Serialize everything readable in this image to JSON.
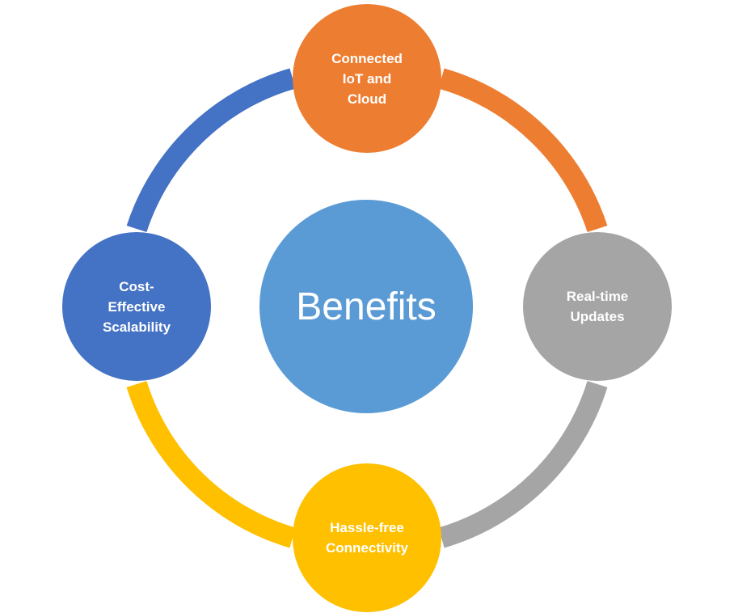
{
  "diagram": {
    "center": {
      "label": "Benefits",
      "color": "#5b9bd5"
    },
    "nodes": [
      {
        "id": "top",
        "label": "Connected\nIoT and\nCloud",
        "color": "#ed7d31"
      },
      {
        "id": "right",
        "label": "Real-time\nUpdates",
        "color": "#a5a5a5"
      },
      {
        "id": "bottom",
        "label": "Hassle-free\nConnectivity",
        "color": "#ffc000"
      },
      {
        "id": "left",
        "label": "Cost-\nEffective\nScalability",
        "color": "#4472c4"
      }
    ],
    "arcs": [
      {
        "from": "top",
        "to": "right",
        "color": "#ed7d31"
      },
      {
        "from": "right",
        "to": "bottom",
        "color": "#a5a5a5"
      },
      {
        "from": "bottom",
        "to": "left",
        "color": "#ffc000"
      },
      {
        "from": "left",
        "to": "top",
        "color": "#4472c4"
      }
    ]
  }
}
